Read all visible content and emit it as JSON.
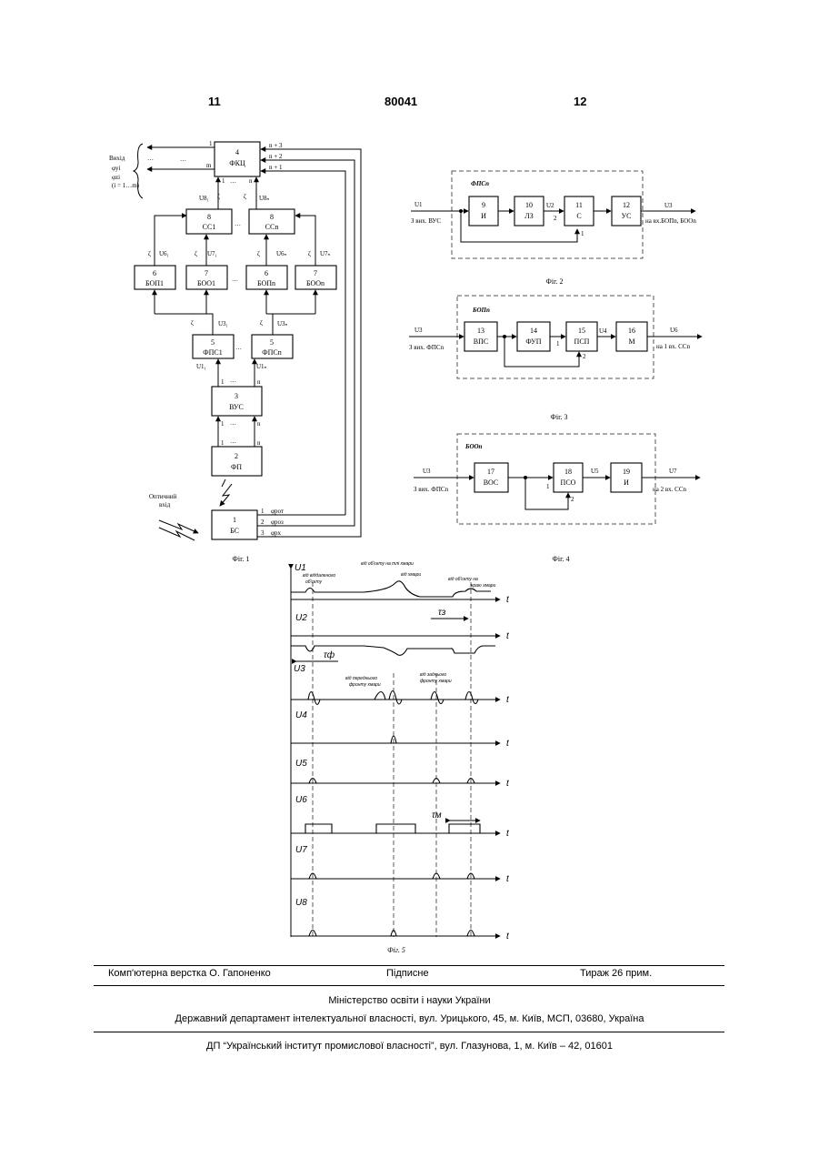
{
  "header": {
    "left_page": "11",
    "patent_number": "80041",
    "right_page": "12"
  },
  "fig1": {
    "caption": "Фіг. 1",
    "output_labels": [
      "Вихід",
      "φyi",
      "φzi",
      "(i = 1…m)"
    ],
    "optical_input": [
      "Оптичний",
      "вхід"
    ],
    "blocks": {
      "fkc": [
        "4",
        "ФКЦ"
      ],
      "cc1": [
        "8",
        "СС1"
      ],
      "ccn": [
        "8",
        "ССn"
      ],
      "bop1": [
        "6",
        "БОП1"
      ],
      "boo1": [
        "7",
        "БОО1"
      ],
      "bopn": [
        "6",
        "БОПn"
      ],
      "boon": [
        "7",
        "БООn"
      ],
      "fps1": [
        "5",
        "ФПС1"
      ],
      "fpsn": [
        "5",
        "ФПСn"
      ],
      "vus": [
        "3",
        "ВУС"
      ],
      "fp": [
        "2",
        "ФП"
      ],
      "bs": [
        "1",
        "БС"
      ]
    },
    "signals": {
      "u8_1": "U8₁",
      "u8_n": "U8ₙ",
      "u6_1": "U6₁",
      "u7_1": "U7₁",
      "u6_n": "U6ₙ",
      "u7_n": "U7ₙ",
      "u3_1": "U3₁",
      "u3_n": "U3ₙ",
      "u1_1": "U1₁",
      "u1_n": "U1ₙ"
    },
    "ports": {
      "n3": "n + 3",
      "n2": "n + 2",
      "n1": "n + 1",
      "one": "1",
      "m": "m",
      "n": "n",
      "two": "2",
      "three": "3",
      "phi_rot": "φрот",
      "phi_roz": "φроз",
      "phi_ph": "φрх",
      "dots": "…",
      "zeta": "ζ"
    }
  },
  "fig2": {
    "caption": "Фіг. 2",
    "frame": "ФПСn",
    "blocks": {
      "b9": [
        "9",
        "И"
      ],
      "b10": [
        "10",
        "ЛЗ"
      ],
      "b11": [
        "11",
        "С"
      ],
      "b12": [
        "12",
        "УС"
      ]
    },
    "labels": {
      "u1": "U1",
      "u2": "U2",
      "u3": "U3",
      "src": "З вих. ВУС",
      "dst": "на вх.БОПn, БООn",
      "p1": "1",
      "p2": "2"
    }
  },
  "fig3": {
    "caption": "Фіг. 3",
    "frame": "БОПn",
    "blocks": {
      "b13": [
        "13",
        "ВПС"
      ],
      "b14": [
        "14",
        "ФУП"
      ],
      "b15": [
        "15",
        "ПСП"
      ],
      "b16": [
        "16",
        "М"
      ]
    },
    "labels": {
      "u3": "U3",
      "u4": "U4",
      "u6": "U6",
      "src": "З вих. ФПСn",
      "dst": "на 1 вх. ССn",
      "p1": "1",
      "p2": "2"
    }
  },
  "fig4": {
    "caption": "Фіг. 4",
    "frame": "БООn",
    "blocks": {
      "b17": [
        "17",
        "ВОС"
      ],
      "b18": [
        "18",
        "ПСО"
      ],
      "b19": [
        "19",
        "И"
      ]
    },
    "labels": {
      "u3": "U3",
      "u5": "U5",
      "u7": "U7",
      "src": "З вих. ФПСn",
      "dst": "на 2 вх. ССn",
      "p1": "1",
      "p2": "2"
    }
  },
  "fig5": {
    "caption": "Фіг. 5",
    "traces": [
      "U1",
      "U2",
      "U3",
      "U4",
      "U5",
      "U6",
      "U7",
      "U8"
    ],
    "axis": "t",
    "annotations": {
      "remote": [
        "від віддаленого",
        "об'єкту"
      ],
      "shadow_obj": "від об'єкту на тлі хмари",
      "cloud": "від хмари",
      "edge_obj": [
        "від об'єкту на",
        "краю хмари"
      ],
      "front_edge": [
        "від переднього",
        "фронту хмари"
      ],
      "back_edge": [
        "від заднього",
        "фронту хмари"
      ],
      "tau_f": "τф",
      "tau_z": "τз",
      "tau_m": "τм"
    }
  },
  "footer": {
    "layout": "Комп'ютерна верстка О. Гапоненко",
    "signed": "Підписне",
    "circulation": "Тираж 26 прим.",
    "ministry": "Міністерство освіти і науки України",
    "department": "Державний департамент інтелектуальної власності, вул. Урицького, 45, м. Київ, МСП, 03680, Україна",
    "institute": "ДП “Український інститут промислової власності”, вул. Глазунова, 1, м. Київ – 42, 01601"
  }
}
